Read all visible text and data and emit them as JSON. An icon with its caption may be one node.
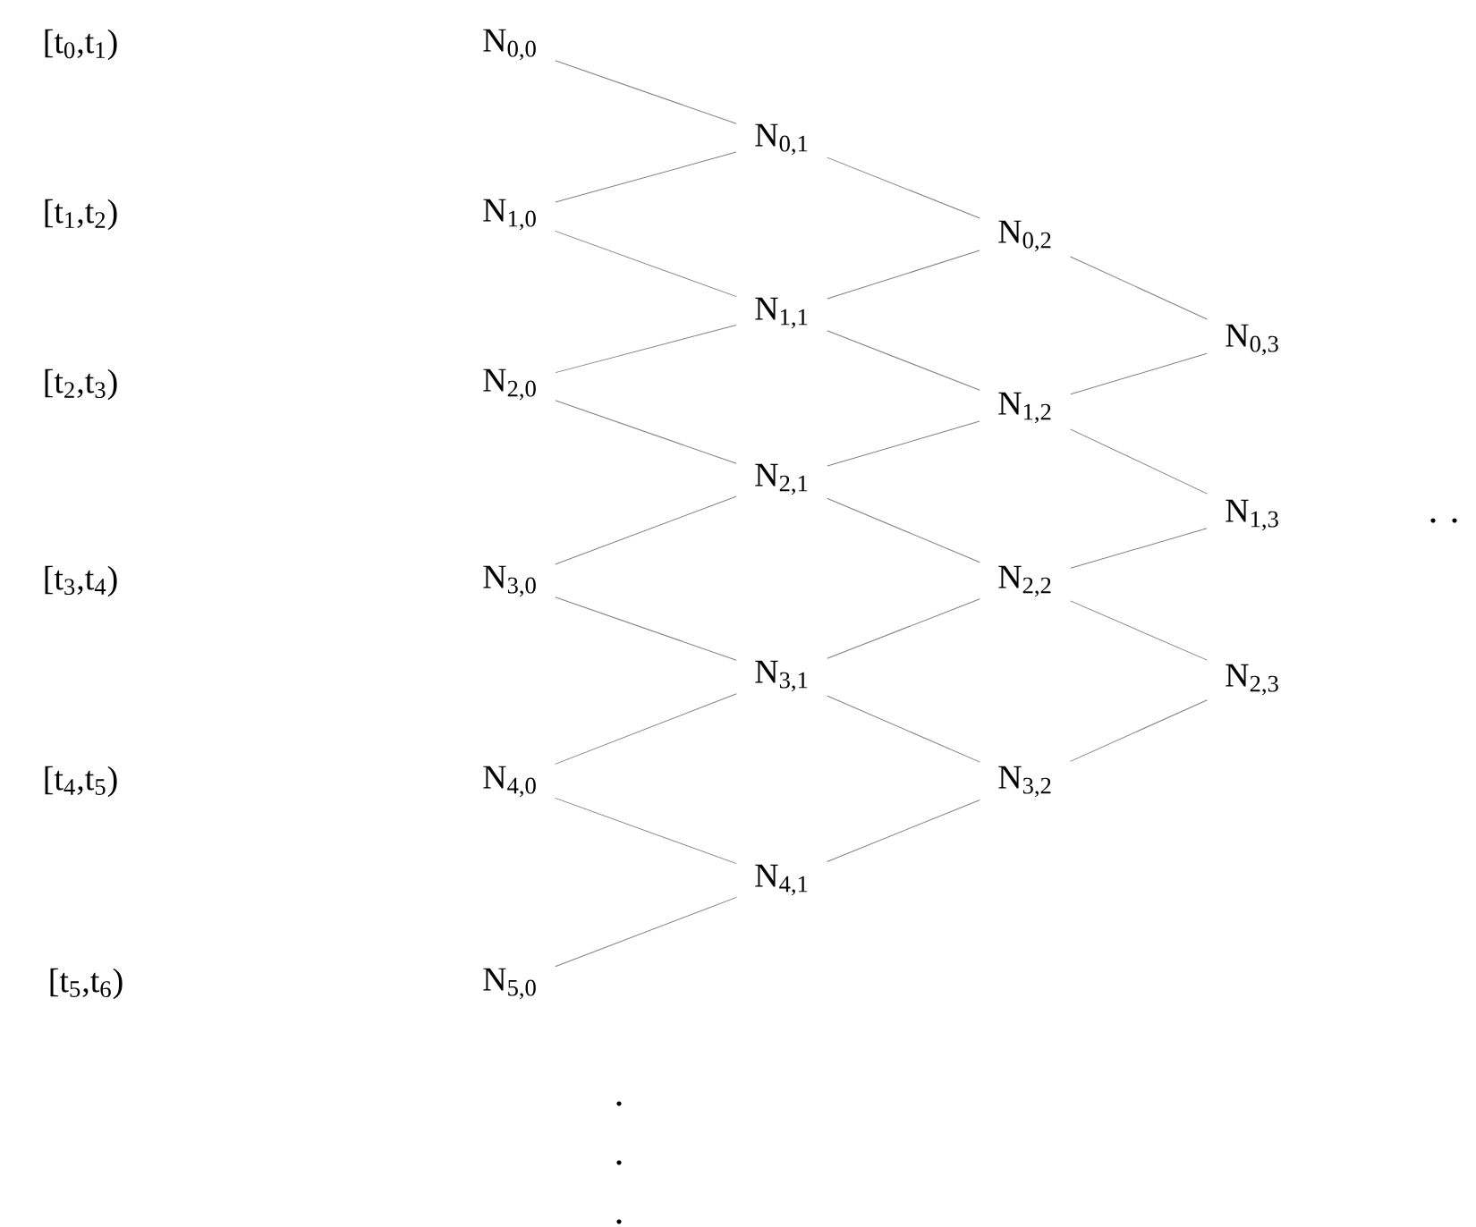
{
  "diagram": {
    "nodes": [
      {
        "text": [
          "N$_{0,0}$"
        ]
      },
      {
        "text": [
          "N$_{1,0}$"
        ]
      },
      {
        "text": [
          "N$_{2,0}$"
        ]
      },
      {
        "text": [
          "N$_{3,0}$"
        ]
      },
      {
        "text": [
          "N$_{4,0}$"
        ]
      },
      {
        "text": [
          "N$_{5,0}$"
        ]
      },
      {
        "text": [
          "N$_{0,1}$"
        ]
      },
      {
        "text": [
          "N$_{1,1}$"
        ]
      },
      {
        "text": [
          "N$_{2,1}$"
        ]
      },
      {
        "text": [
          "N$_{3,1}$"
        ]
      },
      {
        "text": [
          "N$_{4,1}$"
        ]
      },
      {
        "text": [
          "N$_{0,2}$"
        ]
      },
      {
        "text": [
          "N$_{1,2}$"
        ]
      },
      {
        "text": [
          "N$_{2,2}$"
        ]
      },
      {
        "text": [
          "N$_{3,2}$"
        ]
      },
      {
        "text": [
          "N$_{0,3}$"
        ]
      },
      {
        "text": [
          "N$_{1,3}$"
        ]
      },
      {
        "text": [
          "N$_{2,3}$"
        ]
      }
    ],
    "edges": [
      {
        "from": 0,
        "to": 6,
        "arrow": "none"
      },
      {
        "from": 1,
        "to": 6,
        "arrow": "none"
      },
      {
        "from": 1,
        "to": 7,
        "arrow": "none"
      },
      {
        "from": 2,
        "to": 7,
        "arrow": "none"
      },
      {
        "from": 2,
        "to": 8,
        "arrow": "none"
      },
      {
        "from": 3,
        "to": 8,
        "arrow": "none"
      },
      {
        "from": 3,
        "to": 9,
        "arrow": "none"
      },
      {
        "from": 4,
        "to": 9,
        "arrow": "none"
      },
      {
        "from": 4,
        "to": 10,
        "arrow": "none"
      },
      {
        "from": 5,
        "to": 10,
        "arrow": "none"
      },
      {
        "from": 6,
        "to": 11,
        "arrow": "none"
      },
      {
        "from": 7,
        "to": 11,
        "arrow": "none"
      },
      {
        "from": 7,
        "to": 12,
        "arrow": "none"
      },
      {
        "from": 8,
        "to": 12,
        "arrow": "none"
      },
      {
        "from": 8,
        "to": 13,
        "arrow": "none"
      },
      {
        "from": 9,
        "to": 13,
        "arrow": "none"
      },
      {
        "from": 9,
        "to": 14,
        "arrow": "none"
      },
      {
        "from": 10,
        "to": 14,
        "arrow": "none"
      },
      {
        "from": 11,
        "to": 15,
        "arrow": "none"
      },
      {
        "from": 12,
        "to": 15,
        "arrow": "none"
      },
      {
        "from": 12,
        "to": 16,
        "arrow": "none"
      },
      {
        "from": 13,
        "to": 16,
        "arrow": "none"
      },
      {
        "from": 13,
        "to": 17,
        "arrow": "none"
      },
      {
        "from": 14,
        "to": 17,
        "arrow": "none"
      }
    ],
    "labels": [
      "[t$_{0}$,t$_{1}$)",
      "[t$_{1}$,t$_{2}$)",
      "[t$_{2}$,t$_{3}$)",
      "[t$_{3}$,t$_{4}$)",
      "[t$_{4}$,t$_{5}$)",
      "[t$_{5}$,t$_{6}$)"
    ]
  }
}
